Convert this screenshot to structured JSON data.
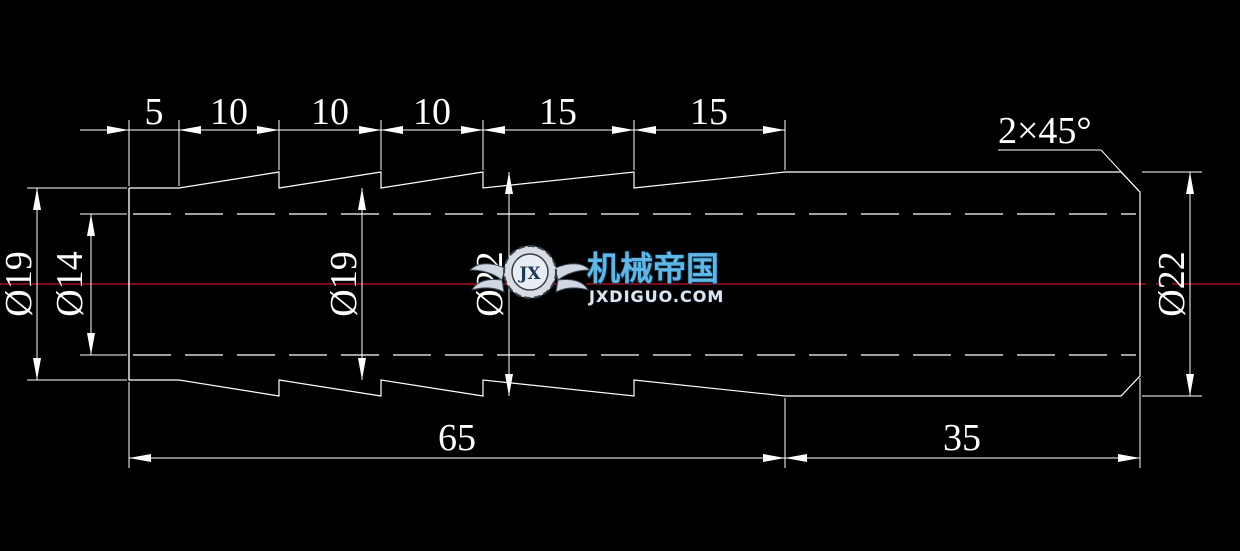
{
  "drawing": {
    "background": "#000000",
    "line_color": "#ffffff",
    "centerline_color": "#c4142a"
  },
  "dimensions": {
    "top_lengths": [
      "5",
      "10",
      "10",
      "10",
      "15",
      "15"
    ],
    "chamfer": "2×45°",
    "diameters": {
      "left_outer": "Ø19",
      "left_inner": "Ø14",
      "mid": "Ø19",
      "mid2": "Ø22",
      "right": "Ø22"
    },
    "bottom_lengths": [
      "65",
      "35"
    ]
  },
  "watermark": {
    "brand_cn": "机械帝国",
    "brand_en": "JXDIGUO.COM",
    "emblem_letters": "JX",
    "colors": {
      "primary": "#5fb7e6",
      "secondary": "#dce6ee"
    }
  }
}
